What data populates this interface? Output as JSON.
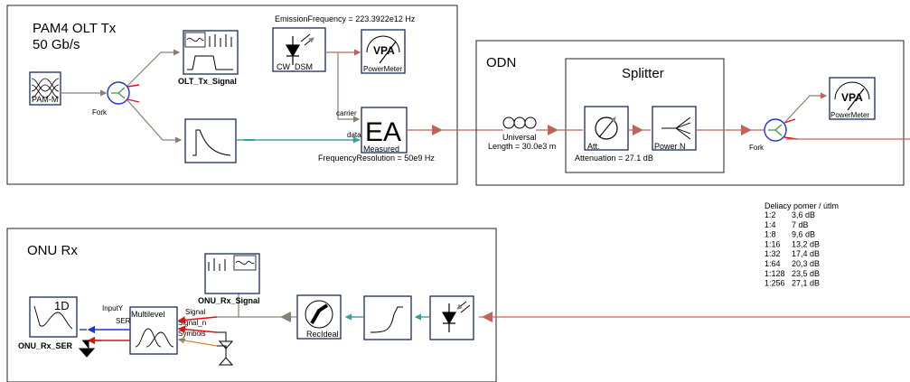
{
  "olt": {
    "title_line1": "PAM4 OLT Tx",
    "title_line2": "50 Gb/s"
  },
  "blocks": {
    "pam_m": "PAM-M",
    "fork1": "Fork",
    "olt_tx_signal": "OLT_Tx_Signal",
    "cw_dsm": "CW_DSM",
    "powermeter1": "PowerMeter",
    "measured": "Measured",
    "carrier_label": "carrier",
    "data_label": "data",
    "emission_frequency": "EmissionFrequency = 223.3922e12 Hz",
    "frequency_resolution": "FrequencyResolution = 50e9 Hz",
    "ea_label": "EA",
    "vpa_label": "VPA"
  },
  "odn": {
    "title": "ODN",
    "splitter_title": "Splitter",
    "fiber_label": "Universal",
    "fiber_length": "Length = 30.0e3 m",
    "att_label": "Att.",
    "attenuation": "Attenuation = 27.1 dB",
    "power_n": "Power N",
    "fork2": "Fork",
    "powermeter2": "PowerMeter"
  },
  "table": {
    "header": "Deliacy pomer / útlm",
    "rows": [
      {
        "ratio": "1:2",
        "loss": "3,6 dB"
      },
      {
        "ratio": "1:4",
        "loss": "7 dB"
      },
      {
        "ratio": "1:8",
        "loss": "9,6 dB"
      },
      {
        "ratio": "1:16",
        "loss": "13,2 dB"
      },
      {
        "ratio": "1:32",
        "loss": "17,4 dB"
      },
      {
        "ratio": "1:64",
        "loss": "20,3 dB"
      },
      {
        "ratio": "1:128",
        "loss": "23,5 dB"
      },
      {
        "ratio": "1:256",
        "loss": "27,1 dB"
      }
    ]
  },
  "onu": {
    "title": "ONU Rx",
    "onu_rx_signal": "ONU_Rx_Signal",
    "recideal": "RecIdeal",
    "multilevel": "Multilevel",
    "onu_rx_ser": "ONU_Rx_SER",
    "one_d": "1D",
    "inputy": "InputY",
    "ser": "SER",
    "signal": "Signal",
    "signal_n": "Signal_n",
    "symbols": "Symbols"
  }
}
